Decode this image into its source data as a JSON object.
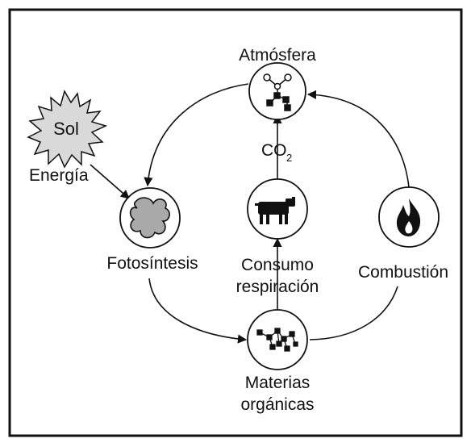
{
  "labels": {
    "atmosphere": "Atmósfera",
    "sun": "Sol",
    "energy": "Energía",
    "co2_main": "CO",
    "co2_sub": "2",
    "photosynthesis": "Fotosíntesis",
    "consumption_line1": "Consumo",
    "consumption_line2": "respiración",
    "combustion": "Combustión",
    "organic_line1": "Materias",
    "organic_line2": "orgánicas"
  },
  "icons": {
    "atmosphere": "molecule-icon",
    "sun": "sun-icon",
    "photosynthesis": "leaf-icon",
    "consumption": "cow-icon",
    "combustion": "flame-icon",
    "organic": "organic-matter-icon"
  },
  "colors": {
    "stroke": "#111111",
    "background": "#ffffff",
    "sun_fill": "#d9d9d9",
    "leaf_fill": "#a9a9a9"
  }
}
